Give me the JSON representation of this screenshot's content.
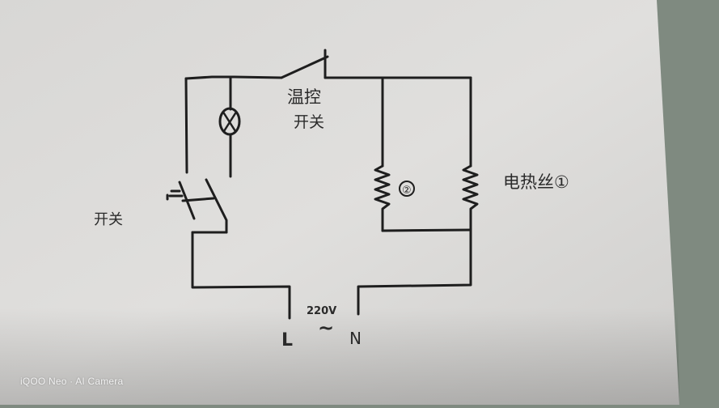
{
  "diagram": {
    "type": "hand-drawn circuit schematic",
    "labels": {
      "thermostat_switch_line1": "温控",
      "thermostat_switch_line2": "开关",
      "main_switch": "开关",
      "heating_wire": "电热丝①",
      "heating_wire_2_marker": "②",
      "voltage": "220V",
      "ac_symbol": "~",
      "live_terminal": "L",
      "neutral_terminal": "N"
    },
    "components": [
      {
        "id": "lamp",
        "symbol": "⊗",
        "description": "indicator lamp in parallel branch"
      },
      {
        "id": "thermostat-switch",
        "label": "温控开关"
      },
      {
        "id": "main-switch",
        "label": "开关"
      },
      {
        "id": "heating-wire-1",
        "label": "电热丝①"
      },
      {
        "id": "heating-wire-2",
        "label": "②"
      },
      {
        "id": "power-source",
        "label": "220V ~",
        "terminals": [
          "L",
          "N"
        ]
      }
    ],
    "colors": {
      "paper": "#dcdcda",
      "ink": "#1e1e1e",
      "background": "#7f8a80"
    }
  },
  "watermark": {
    "text": "iQOO Neo · AI Camera"
  }
}
